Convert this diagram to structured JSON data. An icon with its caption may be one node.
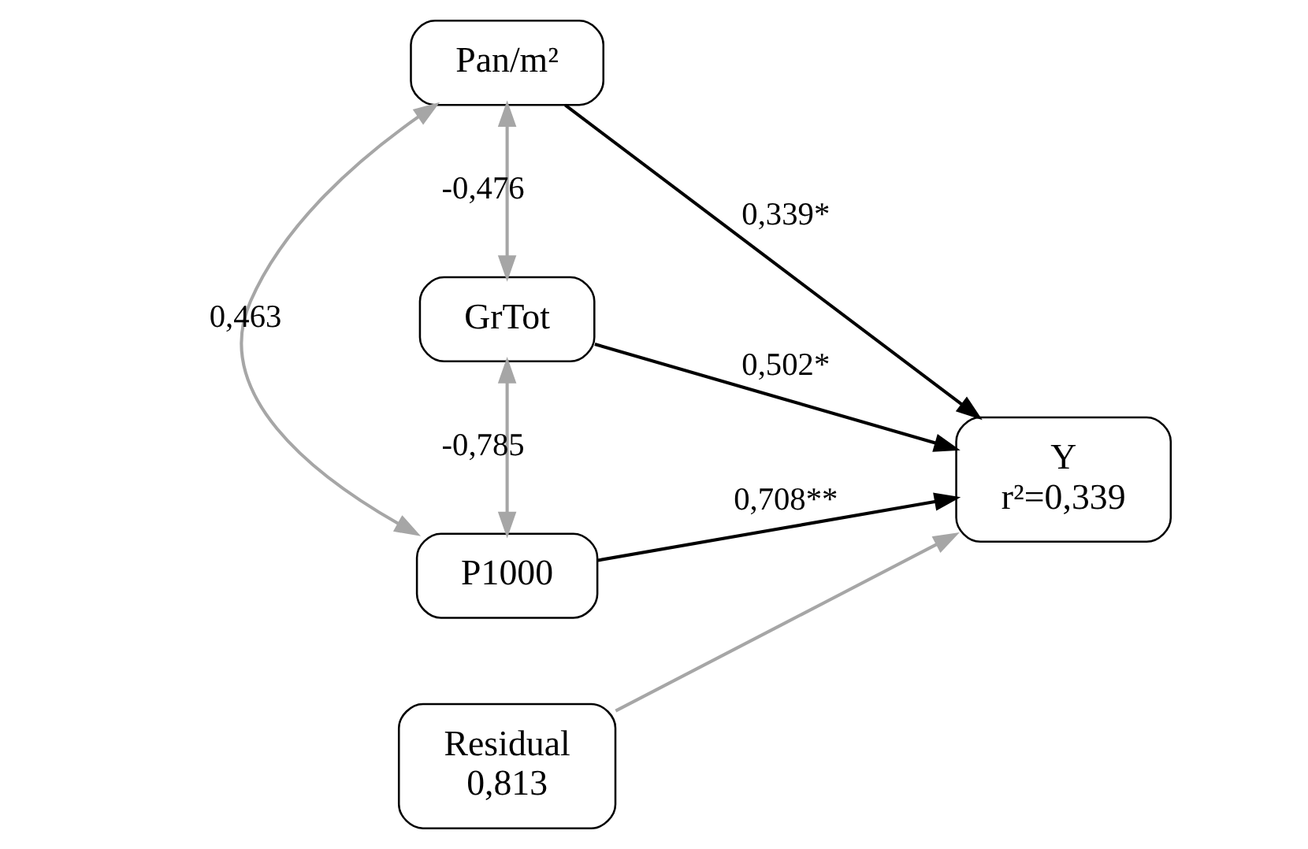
{
  "diagram": {
    "nodes": [
      {
        "text": [
          "Pan/m²"
        ]
      },
      {
        "text": [
          "GrTot"
        ]
      },
      {
        "text": [
          "P1000"
        ]
      },
      {
        "text": [
          "Y",
          "r²=0,339"
        ]
      },
      {
        "text": [
          "Residual",
          "0,813"
        ]
      }
    ],
    "edges": [
      {
        "from": 0,
        "to": 3,
        "arrow": "to",
        "label": "0,339*",
        "color": "#000000"
      },
      {
        "from": 1,
        "to": 3,
        "arrow": "to",
        "label": "0,502*",
        "color": "#000000"
      },
      {
        "from": 2,
        "to": 3,
        "arrow": "to",
        "label": "0,708**",
        "color": "#000000"
      },
      {
        "from": 4,
        "to": 3,
        "arrow": "to"
      },
      {
        "from": 1,
        "to": 0,
        "arrow": "both",
        "label": "-0,476"
      },
      {
        "from": 1,
        "to": 2,
        "arrow": "both",
        "label": "-0,785"
      },
      {
        "from": 0,
        "to": 2,
        "arrow": "both",
        "label": "0,463"
      }
    ]
  }
}
